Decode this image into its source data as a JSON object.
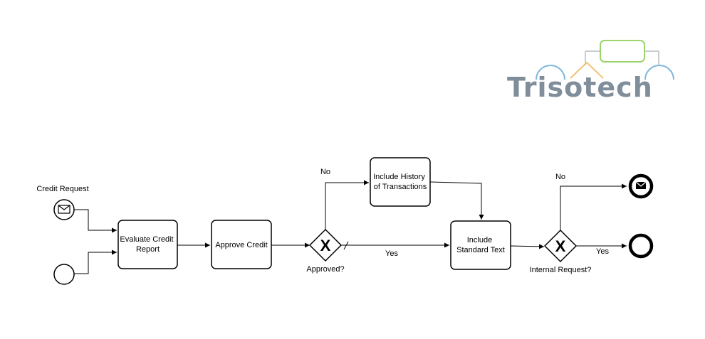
{
  "logo": {
    "text": "Trisotech",
    "colors": {
      "text": "#7f8e9a",
      "left_arc": "#7fb6dc",
      "triangle": "#f2c27a",
      "box": "#9ad46a",
      "right_arc": "#7fb6dc",
      "lines": "#c8cdd2"
    }
  },
  "events": {
    "credit_request_label": "Credit Request"
  },
  "tasks": {
    "evaluate": [
      "Evaluate Credit",
      "Report"
    ],
    "approve": [
      "Approve Credit"
    ],
    "history": [
      "Include History",
      "of Transactions"
    ],
    "standard": [
      "Include",
      "Standard Text"
    ]
  },
  "gateways": {
    "approved": {
      "symbol": "X",
      "label": "Approved?"
    },
    "internal": {
      "symbol": "X",
      "label": "Internal Request?"
    }
  },
  "flows": {
    "approved_no": "No",
    "approved_yes": "Yes",
    "internal_no": "No",
    "internal_yes": "Yes"
  }
}
